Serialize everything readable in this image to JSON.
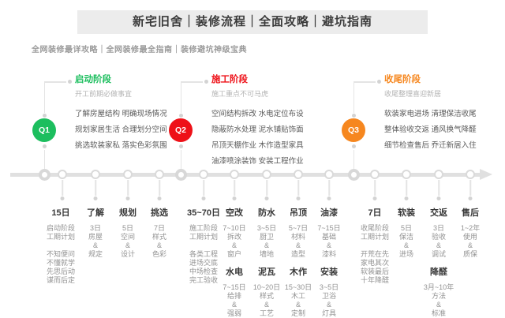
{
  "header": {
    "title": "新宅旧舍｜装修流程｜全面攻略｜避坑指南",
    "subtitle": "全网装修最详攻略｜全网装修最全指南｜装修避坑神级宝典"
  },
  "colors": {
    "q1_green": "#1cbe5e",
    "q2_red": "#ee1118",
    "q3_orange": "#f6871f",
    "title_bar_bg": "#ececec",
    "timeline_gray": "#e0e0e0"
  },
  "phases": [
    {
      "badge": "Q1",
      "title": "启动阶段",
      "subtitle": "开工前期必做事宜",
      "items": [
        "了解房屋结构 明确现场情况",
        "规划家居生活 合理划分空间",
        "挑选软装家私 落实色彩氛围"
      ]
    },
    {
      "badge": "Q2",
      "title": "施工阶段",
      "subtitle": "施工重点不可马虎",
      "items": [
        "空间结构拆改 水电定位布设",
        "隐蔽防水处理 泥水铺贴饰面",
        "吊顶天棚作业 木作造型家具",
        "油漆喷涂装饰 安装工程作业"
      ]
    },
    {
      "badge": "Q3",
      "title": "收尾阶段",
      "subtitle": "收尾整理喜迎新居",
      "items": [
        "软装家电进场 清理保洁收尾",
        "整体验收交返 通风换气降醛",
        "细节检查售后 乔迁新居入住"
      ]
    }
  ],
  "timeline": {
    "columns": [
      {
        "sections": [
          {
            "header": "15日",
            "lines": [
              "启动阶段",
              "工期计划",
              "",
              "不知便问",
              "不懂就学",
              "先思后动",
              "谋而后定"
            ]
          }
        ]
      },
      {
        "sections": [
          {
            "header": "了解",
            "lines": [
              "3日",
              "房屋",
              "&",
              "规定"
            ]
          }
        ]
      },
      {
        "sections": [
          {
            "header": "规划",
            "lines": [
              "5日",
              "空间",
              "&",
              "设计"
            ]
          }
        ]
      },
      {
        "sections": [
          {
            "header": "挑选",
            "lines": [
              "7日",
              "样式",
              "&",
              "色彩"
            ]
          }
        ]
      },
      {
        "sections": [
          {
            "header": "35~70日",
            "lines": [
              "施工阶段",
              "工期计划",
              "",
              "各类工程",
              "进场交底",
              "中场检查",
              "完工验收"
            ]
          }
        ]
      },
      {
        "sections": [
          {
            "header": "空改",
            "lines": [
              "7~10日",
              "拆改",
              "&",
              "窗户"
            ]
          },
          {
            "header": "水电",
            "lines": [
              "7~15日",
              "给排",
              "&",
              "强弱"
            ]
          }
        ]
      },
      {
        "sections": [
          {
            "header": "防水",
            "lines": [
              "3~5日",
              "厨卫",
              "&",
              "墙地"
            ]
          },
          {
            "header": "泥瓦",
            "lines": [
              "10~20日",
              "样式",
              "&",
              "工艺"
            ]
          }
        ]
      },
      {
        "sections": [
          {
            "header": "吊顶",
            "lines": [
              "5~7日",
              "材料",
              "&",
              "造型"
            ]
          },
          {
            "header": "木作",
            "lines": [
              "15~30日",
              "木工",
              "&",
              "定制"
            ]
          }
        ]
      },
      {
        "sections": [
          {
            "header": "油漆",
            "lines": [
              "7~15日",
              "基础",
              "&",
              "漆料"
            ]
          },
          {
            "header": "安装",
            "lines": [
              "3~5日",
              "卫浴",
              "&",
              "灯具"
            ]
          }
        ]
      },
      {
        "sections": [
          {
            "header": "7日",
            "lines": [
              "收尾阶段",
              "工期计划",
              "",
              "开荒在先",
              "家电其次",
              "软装最后",
              "十年降醛"
            ]
          }
        ]
      },
      {
        "sections": [
          {
            "header": "软装",
            "lines": [
              "5日",
              "保洁",
              "&",
              "进场"
            ]
          }
        ]
      },
      {
        "sections": [
          {
            "header": "交返",
            "lines": [
              "3日",
              "验收",
              "&",
              "调试"
            ]
          },
          {
            "header": "降醛",
            "lines": [
              "3月~10年",
              "方法",
              "&",
              "标准"
            ]
          }
        ]
      },
      {
        "sections": [
          {
            "header": "售后",
            "lines": [
              "1~2年",
              "使用",
              "&",
              "质保"
            ]
          }
        ]
      }
    ]
  }
}
